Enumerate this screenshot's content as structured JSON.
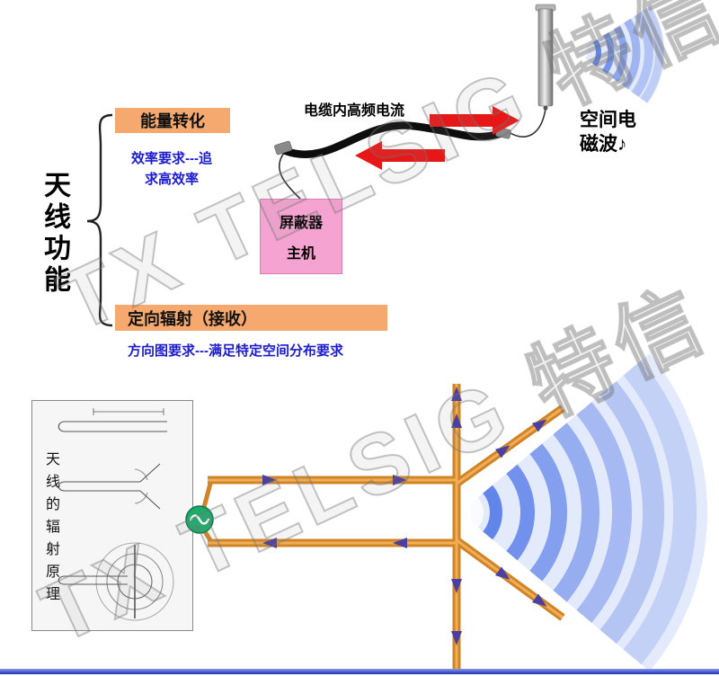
{
  "header": {
    "title": "天线功能"
  },
  "functions": {
    "energy": {
      "label": "能量转化",
      "sub_line1": "效率要求---追",
      "sub_line2": "求高效率"
    },
    "directional": {
      "label": "定向辐射（接收）",
      "sub": "方向图要求---满足特定空间分布要求"
    }
  },
  "top_diagram": {
    "cable_current_label": "电缆内高频电流",
    "space_wave_line1": "空间电",
    "space_wave_line2": "磁波♪",
    "shield_device_line1": "屏蔽器",
    "shield_device_line2": "主机"
  },
  "bottom_diagram": {
    "principle_label": "天线的辐射原理"
  },
  "watermark": {
    "text": "TX TELSIG 特信"
  },
  "icons": {
    "ac_source_icon": "∿",
    "music_note_icon": "♪"
  },
  "colors": {
    "function_box_bg": "#F6A96E",
    "sub_text_blue": "#1b1bd1",
    "shield_box_bg": "#F5A3D0",
    "arrow_red": "#E81717",
    "bar_orange": "#D08426",
    "current_arrow_purple": "#4B3FA0",
    "wave_blue": "#5B7FE8",
    "source_green": "#1FA96B",
    "bottom_rule_blue": "#2030b0"
  }
}
